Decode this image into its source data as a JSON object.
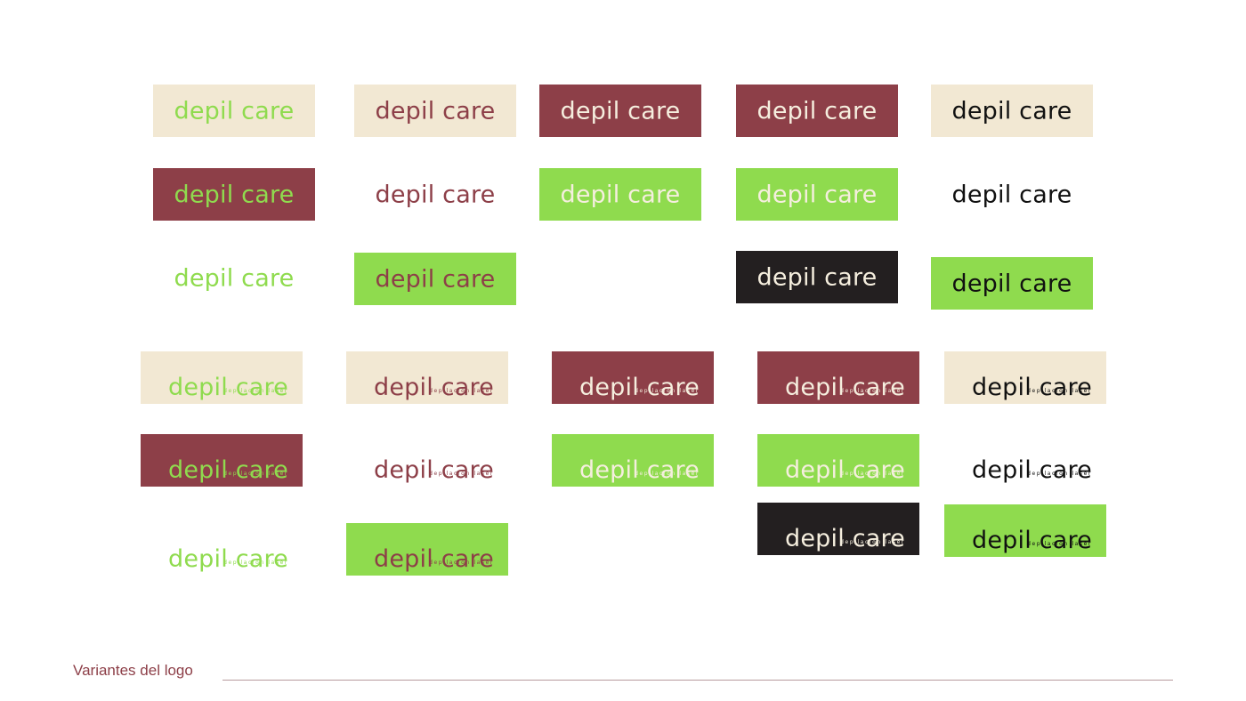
{
  "palette": {
    "cream": "#f2e8d3",
    "maroon": "#8d3f48",
    "green": "#8fdb4e",
    "black": "#231f20",
    "white": "#ffffff",
    "light_text": "#f5eede",
    "ink": "#111111"
  },
  "brand": {
    "wordmark": "depil care",
    "tagline": "depilación laser"
  },
  "logos_primary": [
    {
      "bg": "#f2e8d3",
      "fg": "#8fdb4e"
    },
    {
      "bg": "#f2e8d3",
      "fg": "#8d3f48"
    },
    {
      "bg": "#8d3f48",
      "fg": "#f5eede"
    },
    {
      "bg": "#8d3f48",
      "fg": "#f5eede"
    },
    {
      "bg": "#f2e8d3",
      "fg": "#111111"
    },
    {
      "bg": "#8d3f48",
      "fg": "#8fdb4e"
    },
    {
      "bg": "#ffffff",
      "fg": "#8d3f48"
    },
    {
      "bg": "#8fdb4e",
      "fg": "#f5eede"
    },
    {
      "bg": "#8fdb4e",
      "fg": "#f5eede"
    },
    {
      "bg": "#ffffff",
      "fg": "#111111"
    },
    {
      "bg": "#ffffff",
      "fg": "#8fdb4e"
    },
    {
      "bg": "#8fdb4e",
      "fg": "#8d3f48"
    },
    {
      "bg": "#231f20",
      "fg": "#f5eede"
    },
    {
      "bg": "#8fdb4e",
      "fg": "#111111"
    }
  ],
  "logos_tagline": [
    {
      "bg": "#f2e8d3",
      "fg": "#8fdb4e"
    },
    {
      "bg": "#f2e8d3",
      "fg": "#8d3f48"
    },
    {
      "bg": "#8d3f48",
      "fg": "#f5eede"
    },
    {
      "bg": "#8d3f48",
      "fg": "#f5eede"
    },
    {
      "bg": "#f2e8d3",
      "fg": "#111111"
    },
    {
      "bg": "#8d3f48",
      "fg": "#8fdb4e"
    },
    {
      "bg": "#ffffff",
      "fg": "#8d3f48"
    },
    {
      "bg": "#8fdb4e",
      "fg": "#f5eede"
    },
    {
      "bg": "#8fdb4e",
      "fg": "#f5eede"
    },
    {
      "bg": "#ffffff",
      "fg": "#111111"
    },
    {
      "bg": "#ffffff",
      "fg": "#8fdb4e"
    },
    {
      "bg": "#8fdb4e",
      "fg": "#8d3f48"
    },
    {
      "bg": "#231f20",
      "fg": "#f5eede"
    },
    {
      "bg": "#8fdb4e",
      "fg": "#111111"
    }
  ],
  "footer": {
    "title": "Variantes del logo",
    "title_color": "#8d3f48",
    "rule_color": "#b89a9d"
  }
}
